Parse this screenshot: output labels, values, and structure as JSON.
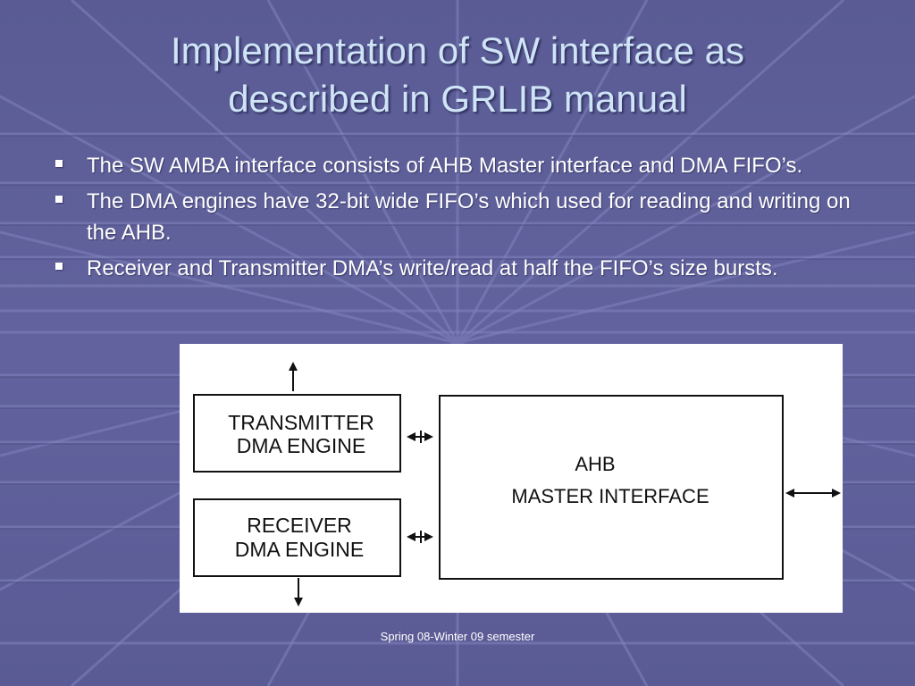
{
  "slide": {
    "title_line1": "Implementation of SW interface as",
    "title_line2": "described in GRLIB manual",
    "bullets": [
      "The SW AMBA interface consists of AHB Master interface and DMA FIFO’s.",
      "The DMA engines have 32-bit wide FIFO’s which used for reading and writing on the AHB.",
      "Receiver and Transmitter DMA’s write/read at half the FIFO’s size bursts."
    ],
    "footer": "Spring 08-Winter 09 semester",
    "theme": {
      "background": "#5e5f99",
      "grid": "#8a8cc0",
      "title_color": "#cfe4f7"
    }
  },
  "diagram": {
    "tx_line1": "TRANSMITTER",
    "tx_line2": "DMA ENGINE",
    "rx_line1": "RECEIVER",
    "rx_line2": "DMA ENGINE",
    "ahb_line1": "AHB",
    "ahb_line2": "MASTER INTERFACE"
  }
}
